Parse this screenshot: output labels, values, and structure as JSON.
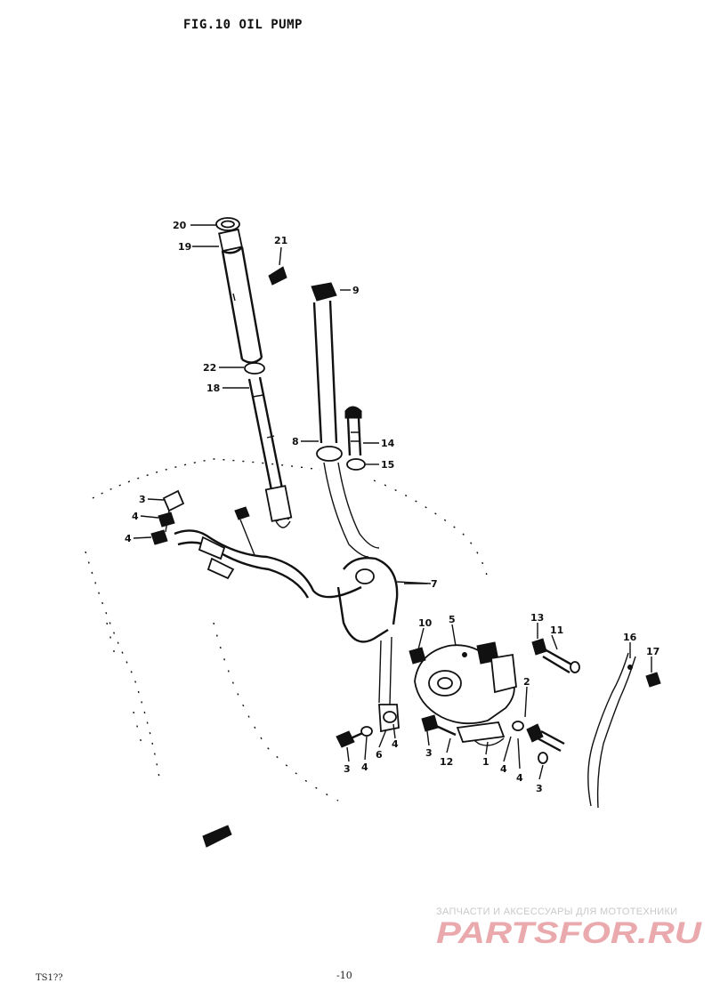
{
  "header": {
    "title": "FIG.10 OIL PUMP"
  },
  "callouts": [
    {
      "id": "c20",
      "label": "20"
    },
    {
      "id": "c19",
      "label": "19"
    },
    {
      "id": "c21",
      "label": "21"
    },
    {
      "id": "c9",
      "label": "9"
    },
    {
      "id": "c22",
      "label": "22"
    },
    {
      "id": "c18",
      "label": "18"
    },
    {
      "id": "c8",
      "label": "8"
    },
    {
      "id": "c14",
      "label": "14"
    },
    {
      "id": "c15",
      "label": "15"
    },
    {
      "id": "c3a",
      "label": "3"
    },
    {
      "id": "c4a",
      "label": "4"
    },
    {
      "id": "c4b",
      "label": "4"
    },
    {
      "id": "c7",
      "label": "7"
    },
    {
      "id": "c10",
      "label": "10"
    },
    {
      "id": "c5",
      "label": "5"
    },
    {
      "id": "c13",
      "label": "13"
    },
    {
      "id": "c11",
      "label": "11"
    },
    {
      "id": "c16",
      "label": "16"
    },
    {
      "id": "c17",
      "label": "17"
    },
    {
      "id": "c2",
      "label": "2"
    },
    {
      "id": "c3b",
      "label": "3"
    },
    {
      "id": "c4c",
      "label": "4"
    },
    {
      "id": "c6",
      "label": "6"
    },
    {
      "id": "c4d",
      "label": "4"
    },
    {
      "id": "c3c",
      "label": "3"
    },
    {
      "id": "c12",
      "label": "12"
    },
    {
      "id": "c1",
      "label": "1"
    },
    {
      "id": "c4e",
      "label": "4"
    },
    {
      "id": "c4f",
      "label": "4"
    },
    {
      "id": "c3d",
      "label": "3"
    }
  ],
  "watermark": {
    "tagline": "ЗАПЧАСТИ И АКСЕССУАРЫ ДЛЯ МОТОТЕХНИКИ",
    "brand": "PARTSFOR.RU",
    "brand_color": "#e9a9ad"
  },
  "footer": {
    "left": "TS1??",
    "page": "-10"
  }
}
